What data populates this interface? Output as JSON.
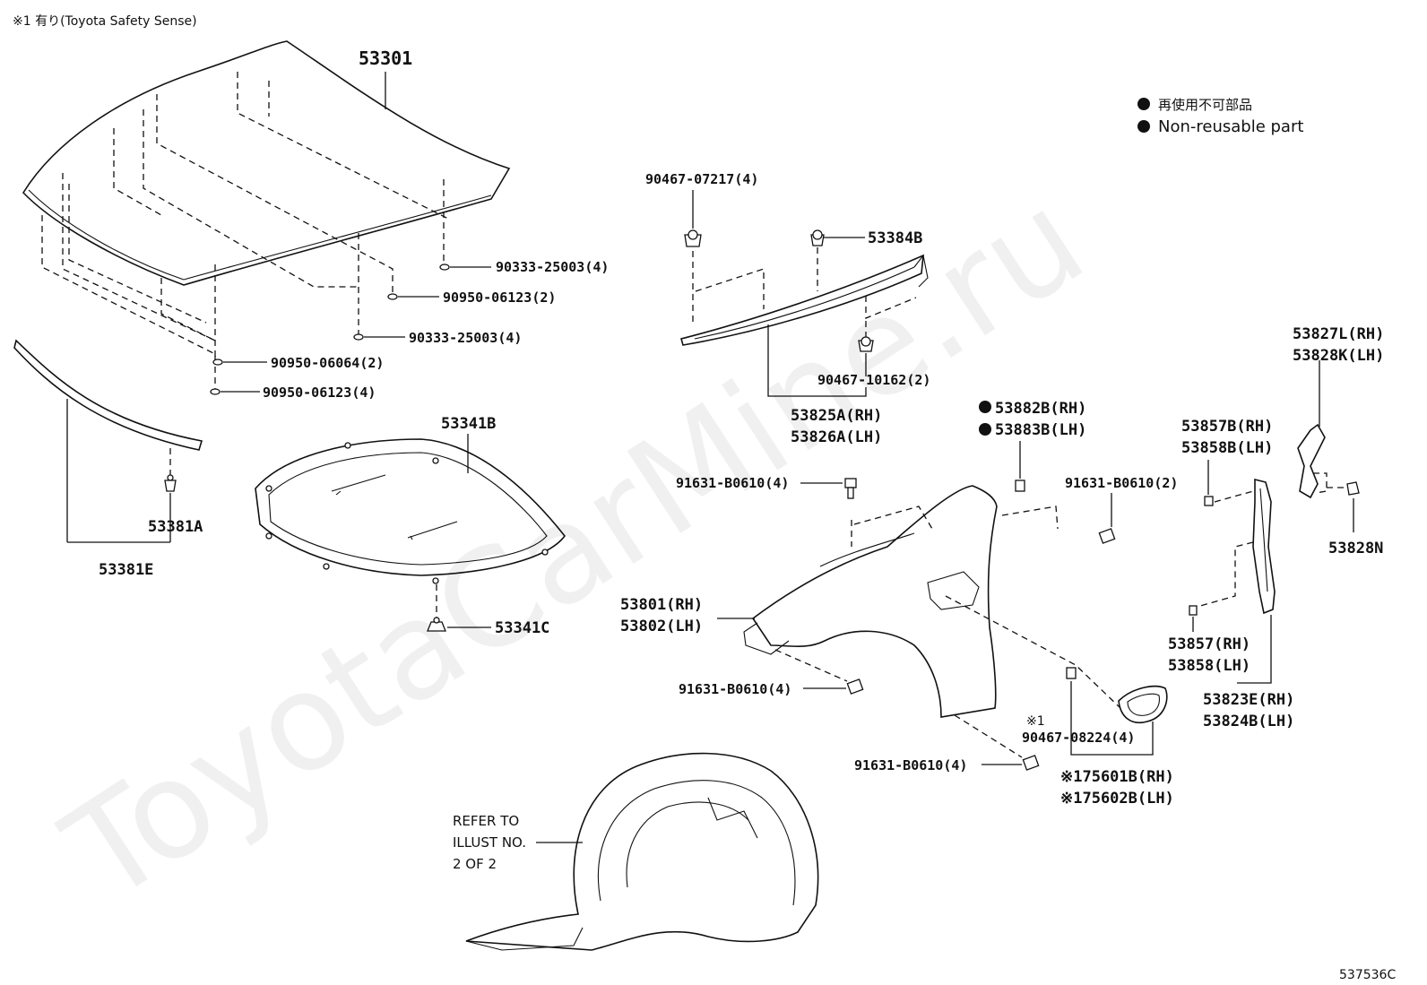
{
  "note": "※1 有り(Toyota Safety Sense)",
  "legend": {
    "line1": "再使用不可部品",
    "line2": "Non-reusable part"
  },
  "watermark": "ToyotaCarMine.ru",
  "diagram_code": "537536C",
  "refer": {
    "line1": "REFER TO",
    "line2": "ILLUST NO.",
    "line3": "2 OF 2"
  },
  "parts": {
    "p53301": "53301",
    "p90333_a": "90333-25003(4)",
    "p90950_a": "90950-06123(2)",
    "p90333_b": "90333-25003(4)",
    "p90950_b": "90950-06064(2)",
    "p90950_c": "90950-06123(4)",
    "p53381A": "53381A",
    "p53381E": "53381E",
    "p53341B": "53341B",
    "p53341C": "53341C",
    "p90467_07217": "90467-07217(4)",
    "p53384B": "53384B",
    "p90467_10162": "90467-10162(2)",
    "p53825A": "53825A(RH)",
    "p53826A": "53826A(LH)",
    "p53882B": "53882B(RH)",
    "p53883B": "53883B(LH)",
    "p91631_a": "91631-B0610(4)",
    "p91631_b": "91631-B0610(2)",
    "p53801": "53801(RH)",
    "p53802": "53802(LH)",
    "p91631_c": "91631-B0610(4)",
    "p91631_d": "91631-B0610(4)",
    "p90467_08224_mark": "※1",
    "p90467_08224": "90467-08224(4)",
    "p75601B": "※175601B(RH)",
    "p75602B": "※175602B(LH)",
    "p53827L": "53827L(RH)",
    "p53828K": "53828K(LH)",
    "p53857B": "53857B(RH)",
    "p53858B": "53858B(LH)",
    "p53828N": "53828N",
    "p53857": "53857(RH)",
    "p53858": "53858(LH)",
    "p53823E": "53823E(RH)",
    "p53824B": "53824B(LH)"
  }
}
